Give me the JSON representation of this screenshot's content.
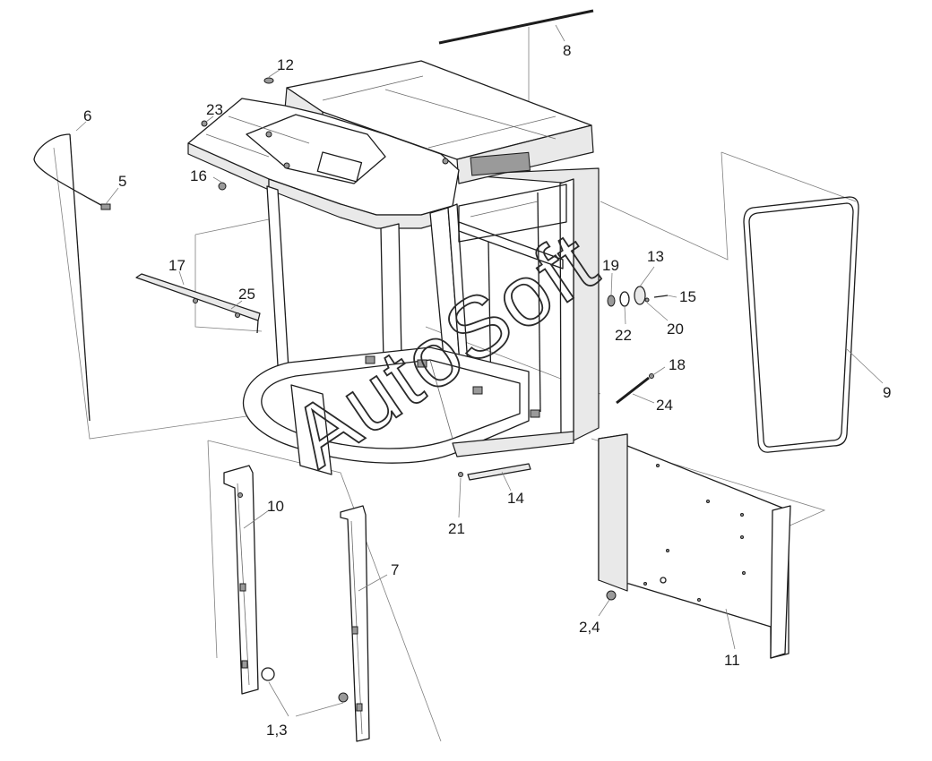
{
  "watermark": "AutoSoft",
  "labels": {
    "l1_3": "1,3",
    "l2_4": "2,4",
    "l5": "5",
    "l6": "6",
    "l7": "7",
    "l8": "8",
    "l9": "9",
    "l10": "10",
    "l11": "11",
    "l12": "12",
    "l13": "13",
    "l14": "14",
    "l15": "15",
    "l16": "16",
    "l17": "17",
    "l18": "18",
    "l19": "19",
    "l20": "20",
    "l21": "21",
    "l22": "22",
    "l23": "23",
    "l24": "24",
    "l25": "25"
  }
}
